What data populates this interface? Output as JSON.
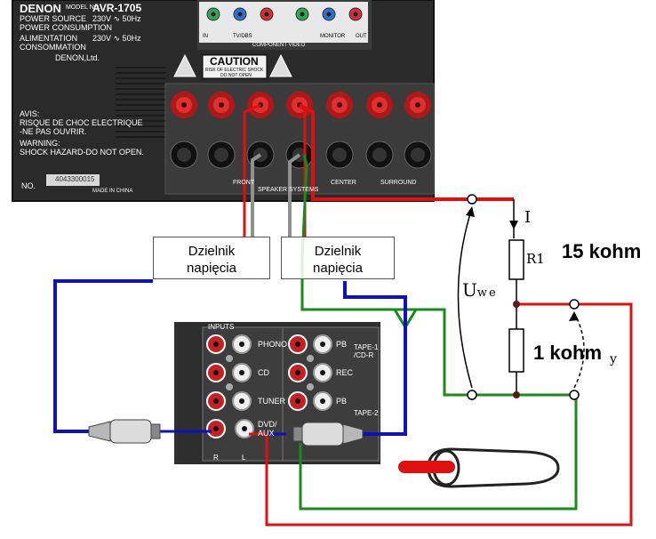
{
  "receiver": {
    "brand": "DENON",
    "model_label": "MODEL NO.",
    "model": "AVR-1705",
    "power_source_label": "POWER SOURCE",
    "power_source_value": "230V ∿ 50Hz",
    "power_consumption_label": "POWER CONSUMPTION",
    "alimentation_label": "ALIMENTATION",
    "alimentation_value": "230V ∿ 50Hz",
    "consommation_label": "CONSOMMATION",
    "maker": "DENON,Ltd.",
    "avis_lines": [
      "AVIS:",
      "RISQUE DE CHOC ELECTRIQUE",
      "-NE PAS OUVRIR."
    ],
    "warning_lines": [
      "WARNING:",
      "SHOCK HAZARD-DO NOT OPEN."
    ],
    "no_label": "NO.",
    "serial": "4043300015",
    "made_in": "MADE IN CHINA",
    "caution_title": "CAUTION",
    "caution_line1": "RISK OF ELECTRIC SHOCK",
    "caution_line2": "DO NOT OPEN",
    "component_video": "COMPONENT VIDEO",
    "tv_dbs": "TV/DBS",
    "monitor": "MONITOR",
    "in_label": "IN",
    "out_label": "OUT",
    "front": "FRONT",
    "speaker_systems": "SPEAKER SYSTEMS",
    "center": "CENTER",
    "surround": "SURROUND"
  },
  "dividers": [
    "Dzielnik\nnapięcia",
    "Dzielnik\nnapięcia"
  ],
  "inputs_panel": {
    "title": "INPUTS",
    "left_labels": [
      "PHONO",
      "CD",
      "TUNER",
      "DVD/\nAUX"
    ],
    "right_labels": [
      "PB",
      "REC",
      "PB"
    ],
    "tape1": "TAPE-1\n/CD-R",
    "tape2": "TAPE-2",
    "r": "R",
    "l": "L"
  },
  "circuit": {
    "current_label": "I",
    "r1_label": "R1",
    "r1_value": "15 kohm",
    "r2_value": "1 kohm",
    "uwe_main": "U",
    "uwe_sub": "we",
    "uwy_sub": "y"
  },
  "colors": {
    "red": "#e01010",
    "green": "#1a8a1a",
    "blue": "#1010c0",
    "gray": "#909090",
    "panel": "#2b2b2b"
  }
}
